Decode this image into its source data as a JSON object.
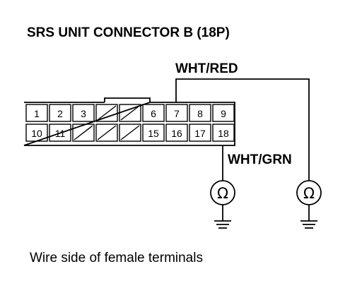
{
  "title": "SRS UNIT CONNECTOR B (18P)",
  "wire_top_label": "WHT/RED",
  "wire_bottom_label": "WHT/GRN",
  "caption": "Wire side of female terminals",
  "ohm_symbol": "Ω",
  "connector": {
    "top_row": [
      "1",
      "2",
      "3",
      "",
      "",
      "6",
      "7",
      "8",
      "9"
    ],
    "bottom_row": [
      "10",
      "11",
      "",
      "",
      "",
      "15",
      "16",
      "17",
      "18"
    ],
    "unused_top": [
      3,
      4
    ],
    "unused_bottom": [
      2,
      3,
      4
    ]
  }
}
